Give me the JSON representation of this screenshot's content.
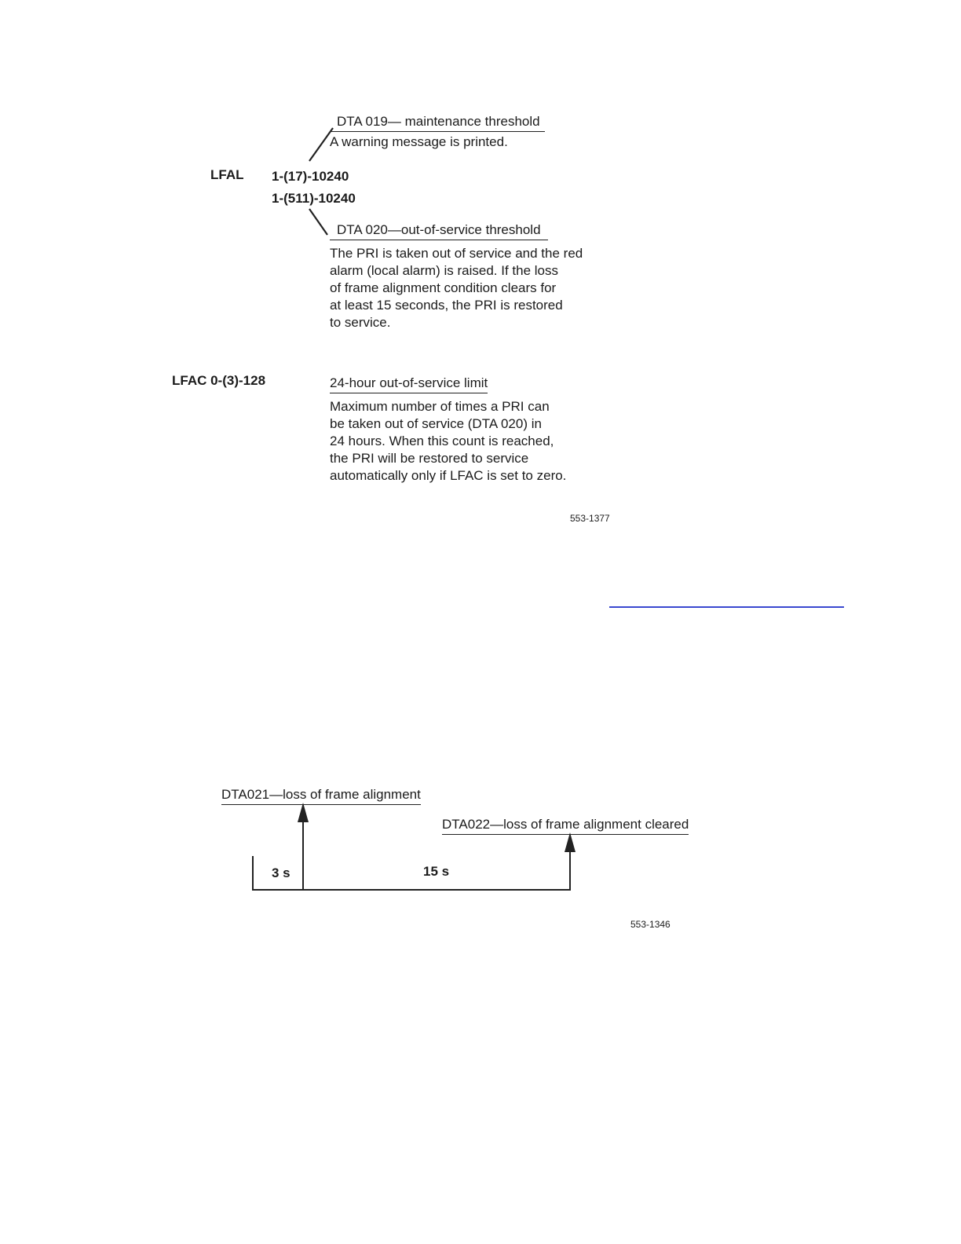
{
  "figure1": {
    "lfal_label": "LFAL",
    "lfal_value1": "1-(17)-10240",
    "lfal_value2": "1-(511)-10240",
    "dta019_heading": "DTA 019— maintenance threshold",
    "dta019_text": "A warning message is printed.",
    "dta020_heading": "DTA 020—out-of-service threshold",
    "dta020_lines": [
      "The PRI is taken out of service and the red",
      "alarm (local alarm) is raised.  If the loss",
      "of frame alignment condition clears for",
      "at least 15 seconds, the PRI is restored",
      "to service."
    ],
    "lfac_label": "LFAC  0-(3)-128",
    "lfac_heading": "24-hour out-of-service limit",
    "lfac_lines": [
      "Maximum number of times a PRI can",
      "be taken out of service (DTA 020) in",
      "24 hours.  When this count is reached,",
      "the PRI will be restored to service",
      "automatically only if LFAC is set to zero."
    ],
    "figure_id": "553-1377"
  },
  "figure2": {
    "dta021_label": "DTA021—loss of frame alignment",
    "dta022_label": "DTA022—loss of frame alignment cleared",
    "interval1": "3 s",
    "interval2": "15 s",
    "figure_id": "553-1346"
  }
}
